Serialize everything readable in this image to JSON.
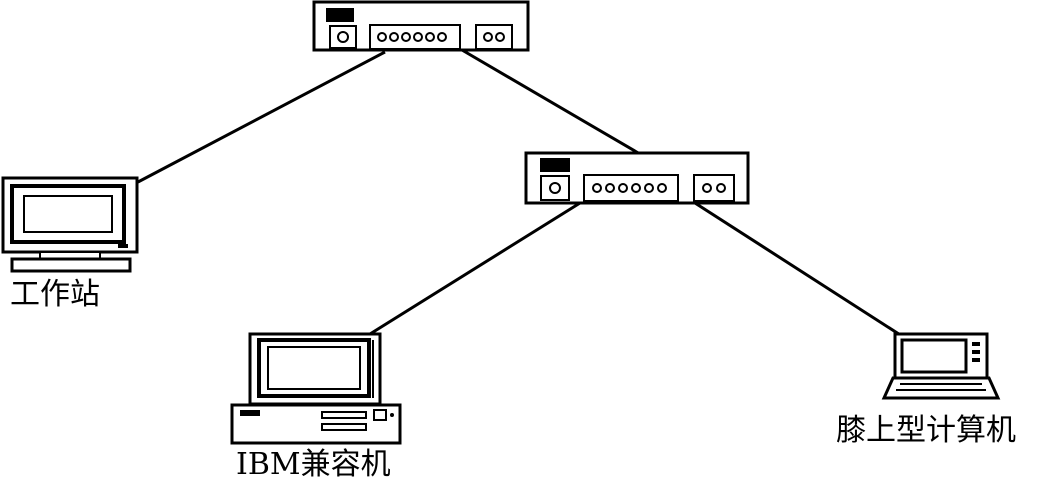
{
  "diagram": {
    "nodes": {
      "workstation": {
        "label": "工作站"
      },
      "ibm_pc": {
        "label": "IBM兼容机"
      },
      "laptop": {
        "label": "膝上型计算机"
      }
    },
    "colors": {
      "line": "#000000",
      "background": "#ffffff"
    },
    "icons": [
      "hub-icon",
      "hub-icon",
      "workstation-monitor-icon",
      "desktop-pc-icon",
      "laptop-icon"
    ]
  }
}
